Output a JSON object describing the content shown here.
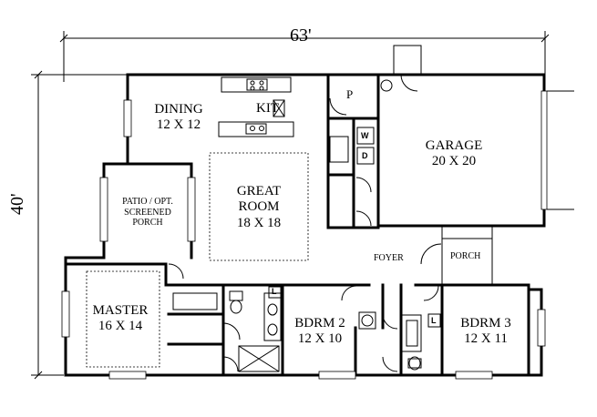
{
  "dimensions": {
    "width": "63'",
    "depth": "40'"
  },
  "rooms": {
    "dining": {
      "name": "DINING",
      "size": "12 X 12"
    },
    "kitchen": {
      "name": "KIT"
    },
    "great_room": {
      "name_line1": "GREAT",
      "name_line2": "ROOM",
      "size": "18 X 18"
    },
    "garage": {
      "name": "GARAGE",
      "size": "20 X 20"
    },
    "patio": {
      "line1": "PATIO / OPT.",
      "line2": "SCREENED",
      "line3": "PORCH"
    },
    "foyer": {
      "name": "FOYER"
    },
    "porch": {
      "name": "PORCH"
    },
    "master": {
      "name": "MASTER",
      "size": "16 X 14"
    },
    "bedroom2": {
      "name": "BDRM 2",
      "size": "12 X 10"
    },
    "bedroom3": {
      "name": "BDRM 3",
      "size": "12 X 11"
    }
  },
  "fixtures": {
    "pantry": "P",
    "washer": "W",
    "dryer": "D",
    "linen_master": "L",
    "linen_hall": "L"
  }
}
